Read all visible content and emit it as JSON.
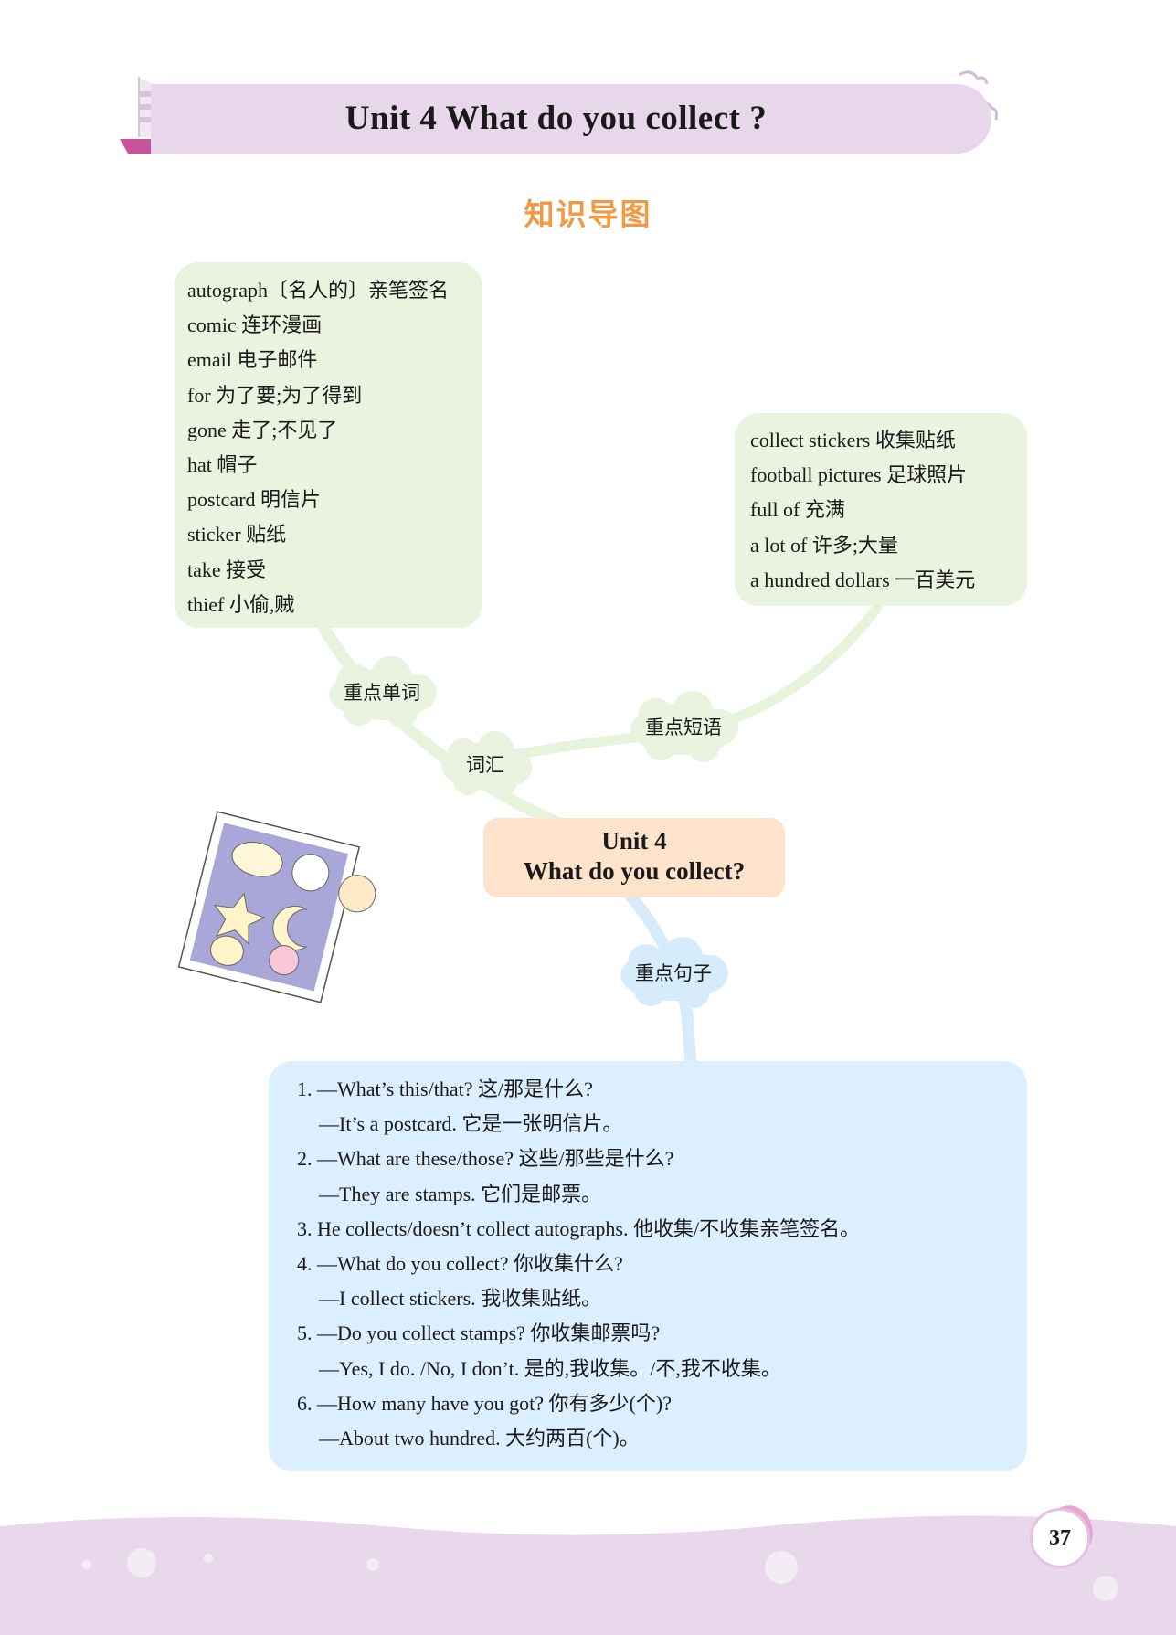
{
  "header": {
    "title": "Unit 4  What do you collect ?"
  },
  "section_title": "知识导图",
  "mindmap": {
    "center": {
      "line1": "Unit 4",
      "line2": "What do you collect?"
    },
    "nodes": {
      "vocab": "词汇",
      "key_words": "重点单词",
      "key_phrases": "重点短语",
      "key_sentences": "重点句子"
    },
    "key_words": [
      "autograph〔名人的〕亲笔签名",
      "comic 连环漫画",
      "email 电子邮件",
      "for 为了要;为了得到",
      "gone 走了;不见了",
      "hat 帽子",
      "postcard 明信片",
      "sticker 贴纸",
      "take 接受",
      "thief 小偷,贼"
    ],
    "key_phrases": [
      "collect stickers 收集贴纸",
      "football pictures 足球照片",
      "full of 充满",
      "a lot of 许多;大量",
      "a hundred dollars 一百美元"
    ],
    "key_sentences": [
      "1. —What’s this/that? 这/那是什么?",
      "—It’s a postcard. 它是一张明信片。",
      "2. —What are these/those? 这些/那些是什么?",
      "—They are stamps. 它们是邮票。",
      "3. He collects/doesn’t collect autographs. 他收集/不收集亲笔签名。",
      "4. —What do you collect? 你收集什么?",
      "—I collect stickers. 我收集贴纸。",
      "5. —Do you collect stamps? 你收集邮票吗?",
      "—Yes, I do. /No, I don’t. 是的,我收集。/不,我不收集。",
      "6. —How many have you got? 你有多少(个)?",
      "—About two hundred. 大约两百(个)。"
    ]
  },
  "page_number": "37",
  "colors": {
    "banner": "#e8d6ea",
    "title_orange": "#f19a44",
    "green_box": "#eaf3df",
    "blue_box": "#dcefff",
    "center_box": "#fde3cc"
  }
}
